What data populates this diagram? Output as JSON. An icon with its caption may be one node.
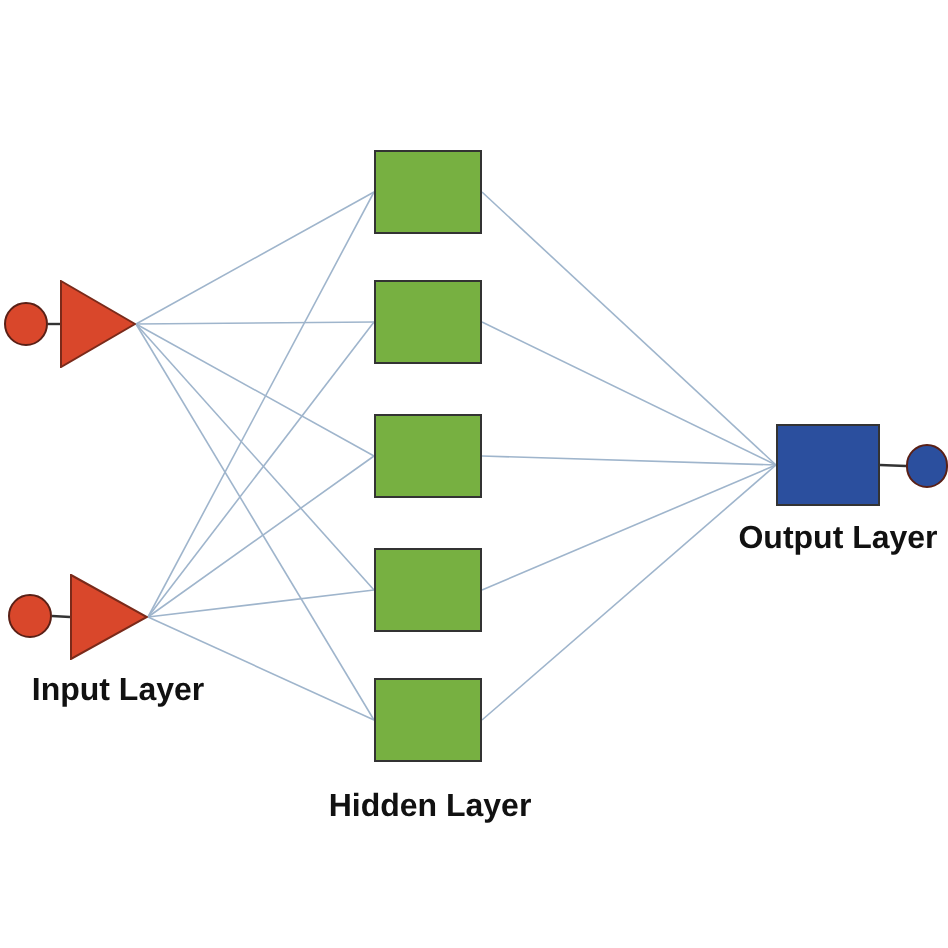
{
  "diagram": {
    "nodes": [
      {
        "text": [],
        "shape": "circle"
      },
      {
        "text": [],
        "shape": "triangle"
      },
      {
        "text": [],
        "shape": "circle"
      },
      {
        "text": [],
        "shape": "triangle"
      },
      {
        "text": [],
        "shape": "box"
      },
      {
        "text": [],
        "shape": "box"
      },
      {
        "text": [],
        "shape": "box"
      },
      {
        "text": [],
        "shape": "box"
      },
      {
        "text": [],
        "shape": "box"
      },
      {
        "text": [],
        "shape": "box"
      },
      {
        "text": [],
        "shape": "circle"
      }
    ],
    "edges": [
      {
        "from": 0,
        "to": 1,
        "arrow": "none",
        "color": "#333333"
      },
      {
        "from": 2,
        "to": 3,
        "arrow": "none",
        "color": "#333333"
      },
      {
        "from": 1,
        "to": 4,
        "arrow": "none"
      },
      {
        "from": 1,
        "to": 5,
        "arrow": "none"
      },
      {
        "from": 1,
        "to": 6,
        "arrow": "none"
      },
      {
        "from": 1,
        "to": 7,
        "arrow": "none"
      },
      {
        "from": 1,
        "to": 8,
        "arrow": "none"
      },
      {
        "from": 3,
        "to": 4,
        "arrow": "none"
      },
      {
        "from": 3,
        "to": 5,
        "arrow": "none"
      },
      {
        "from": 3,
        "to": 6,
        "arrow": "none"
      },
      {
        "from": 3,
        "to": 7,
        "arrow": "none"
      },
      {
        "from": 3,
        "to": 8,
        "arrow": "none"
      },
      {
        "from": 4,
        "to": 9,
        "arrow": "none"
      },
      {
        "from": 5,
        "to": 9,
        "arrow": "none"
      },
      {
        "from": 6,
        "to": 9,
        "arrow": "none"
      },
      {
        "from": 7,
        "to": 9,
        "arrow": "none"
      },
      {
        "from": 8,
        "to": 9,
        "arrow": "none"
      },
      {
        "from": 9,
        "to": 10,
        "arrow": "none",
        "color": "#333333"
      }
    ],
    "labels": [
      "Input Layer",
      "Hidden Layer",
      "Output Layer"
    ]
  }
}
